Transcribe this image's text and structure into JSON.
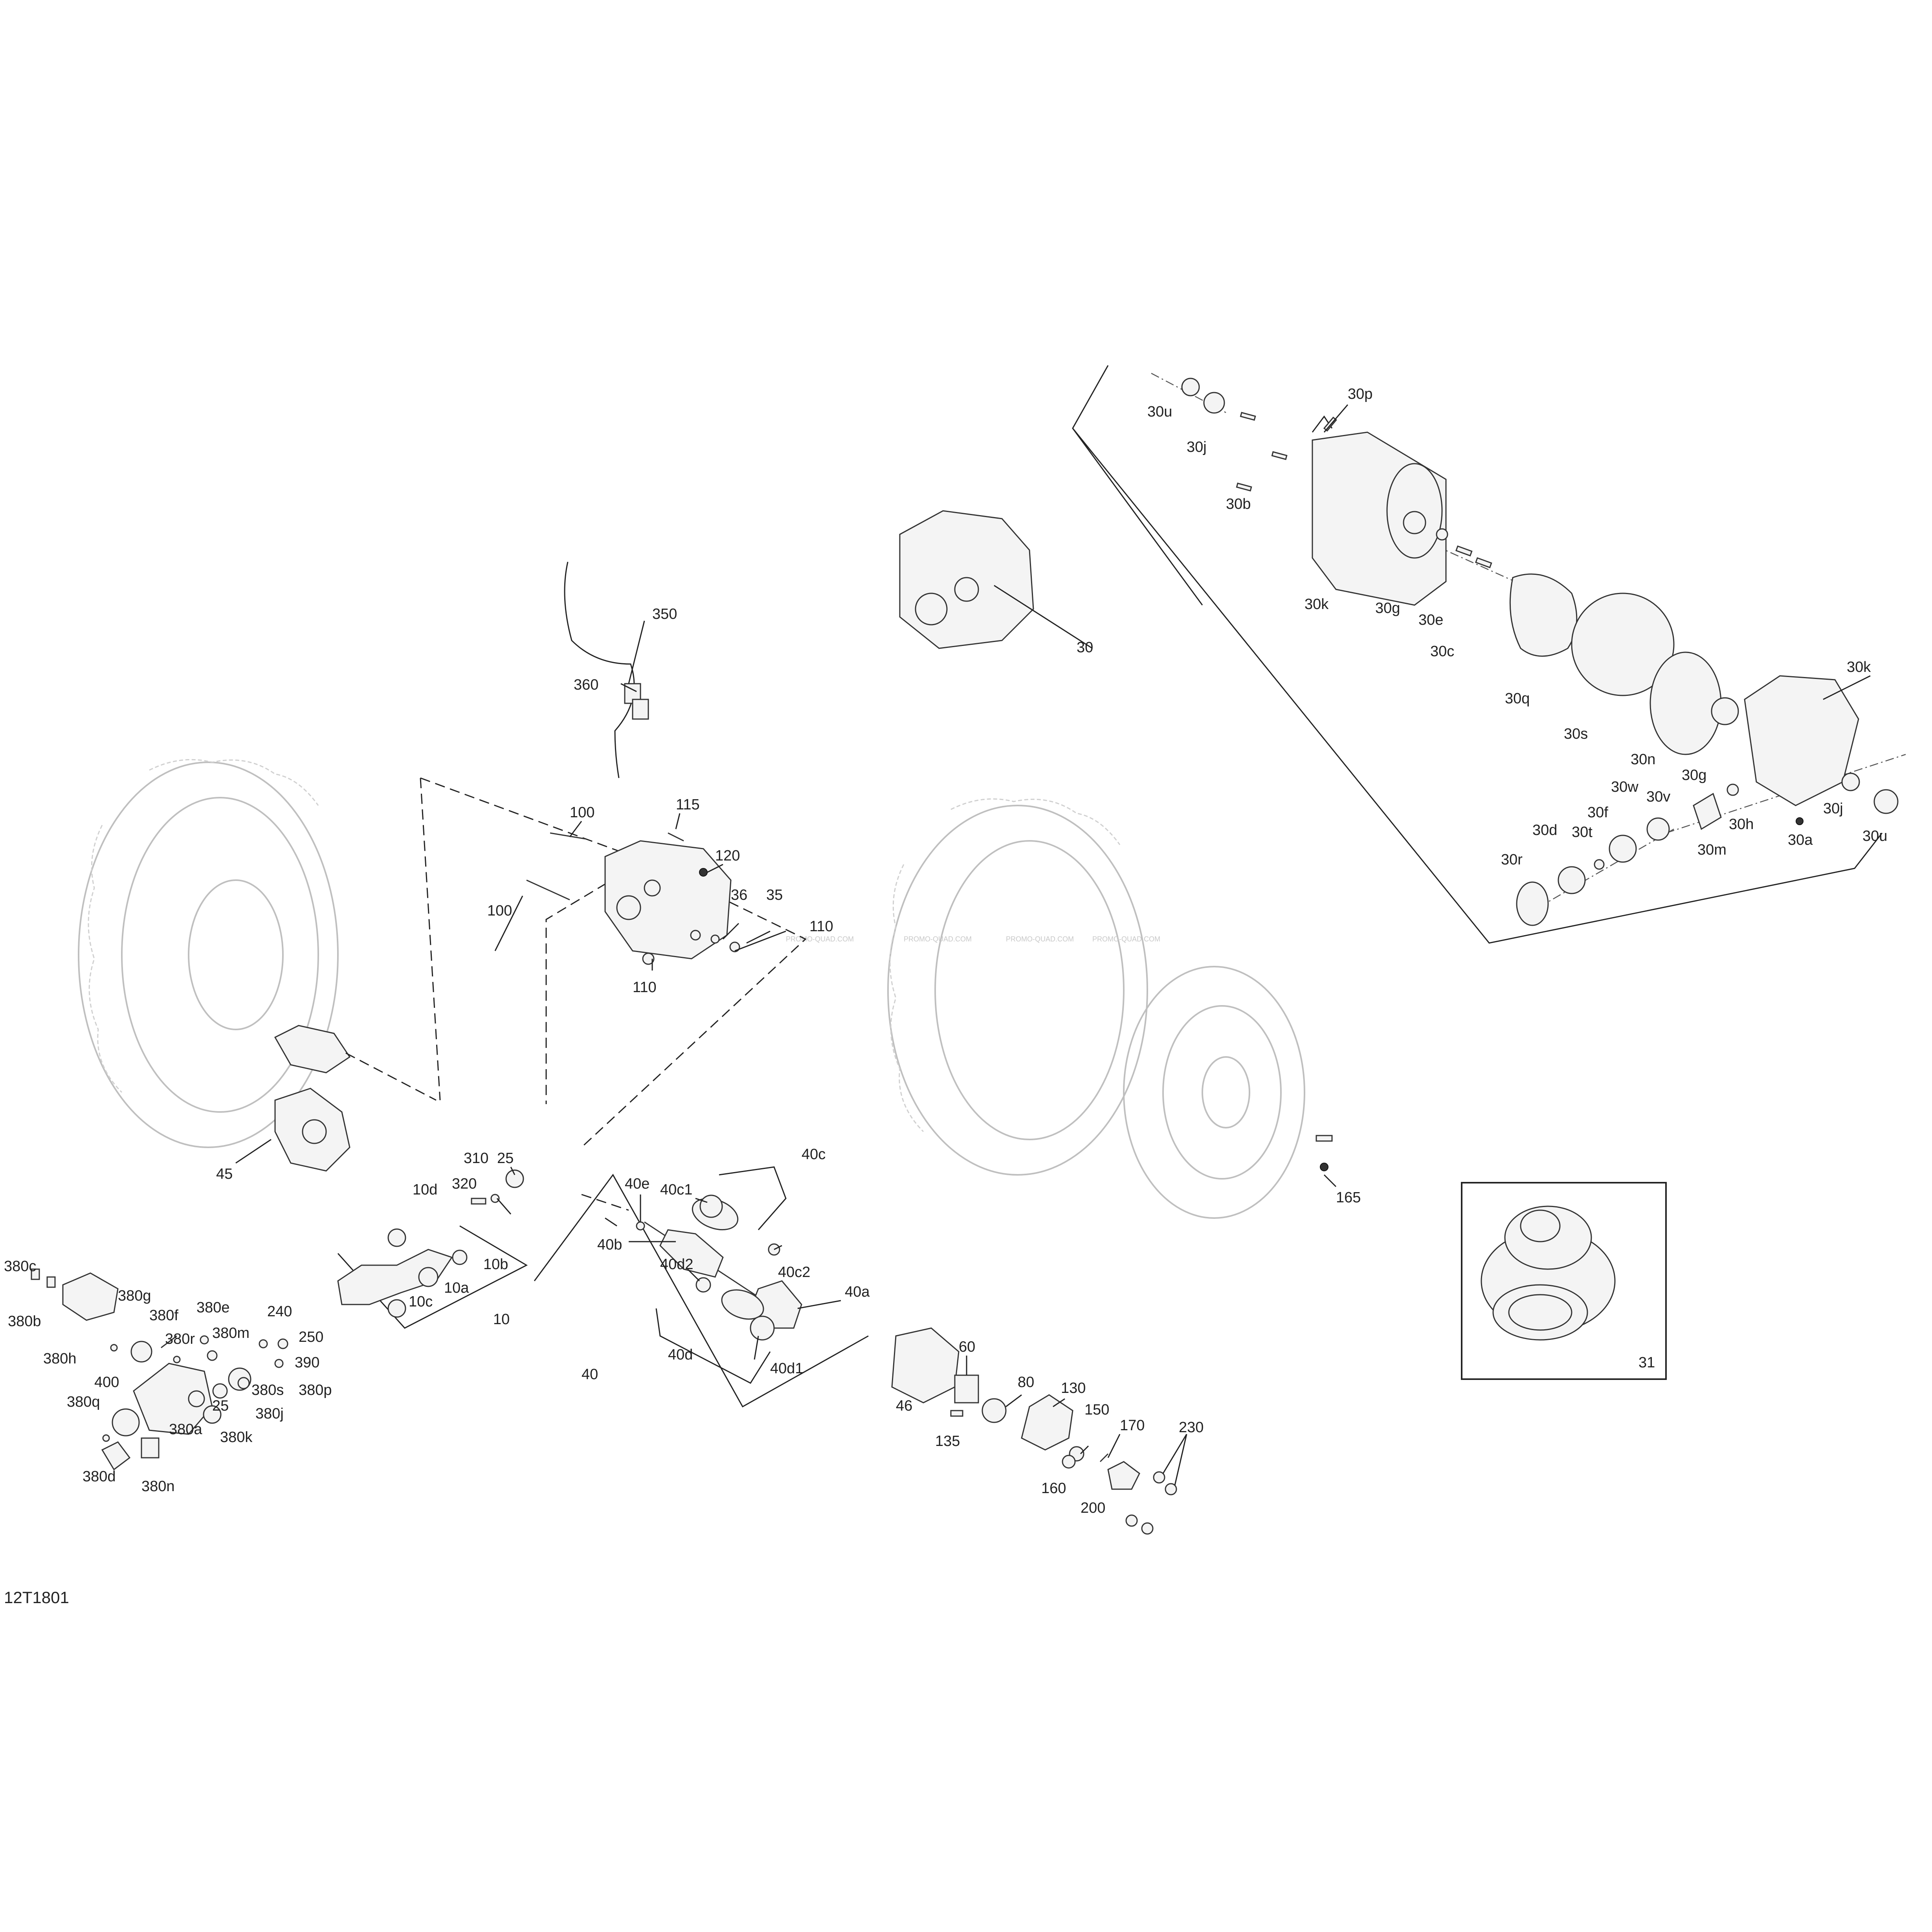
{
  "diagram_code": "12T1801",
  "watermark": "PROMO-QUAD.COM",
  "labels": {
    "p30u_top": "30u",
    "p30j_top": "30j",
    "p30p": "30p",
    "p30b": "30b",
    "p30k_top": "30k",
    "p30g_top": "30g",
    "p30e": "30e",
    "p30c": "30c",
    "p30q": "30q",
    "p30s": "30s",
    "p30": "30",
    "p30k_bot": "30k",
    "p30n": "30n",
    "p30g_bot": "30g",
    "p30w": "30w",
    "p30v": "30v",
    "p30f": "30f",
    "p30d": "30d",
    "p30t": "30t",
    "p30r": "30r",
    "p30h": "30h",
    "p30m": "30m",
    "p30j_bot": "30j",
    "p30a": "30a",
    "p30u_bot": "30u",
    "p350": "350",
    "p360": "360",
    "p100_top": "100",
    "p115": "115",
    "p120": "120",
    "p36": "36",
    "p35": "35",
    "p110_right": "110",
    "p100_left": "100",
    "p110_bot": "110",
    "p45": "45",
    "p310": "310",
    "p25_top": "25",
    "p320": "320",
    "p10d": "10d",
    "p10b": "10b",
    "p10a": "10a",
    "p10c": "10c",
    "p10": "10",
    "p40e": "40e",
    "p40c1": "40c1",
    "p40c": "40c",
    "p40b": "40b",
    "p40c2": "40c2",
    "p40a": "40a",
    "p40d2": "40d2",
    "p40d": "40d",
    "p40d1": "40d1",
    "p40": "40",
    "p165": "165",
    "p31": "31",
    "p60": "60",
    "p80": "80",
    "p130": "130",
    "p46": "46",
    "p135": "135",
    "p150": "150",
    "p170": "170",
    "p230": "230",
    "p160": "160",
    "p200": "200",
    "p380c": "380c",
    "p380b": "380b",
    "p380g": "380g",
    "p380f": "380f",
    "p380e": "380e",
    "p240": "240",
    "p250": "250",
    "p380r": "380r",
    "p380m": "380m",
    "p390": "390",
    "p380h": "380h",
    "p400": "400",
    "p380s": "380s",
    "p380p": "380p",
    "p380q": "380q",
    "p25_bot": "25",
    "p380j": "380j",
    "p380a": "380a",
    "p380k": "380k",
    "p380d": "380d",
    "p380n": "380n"
  }
}
